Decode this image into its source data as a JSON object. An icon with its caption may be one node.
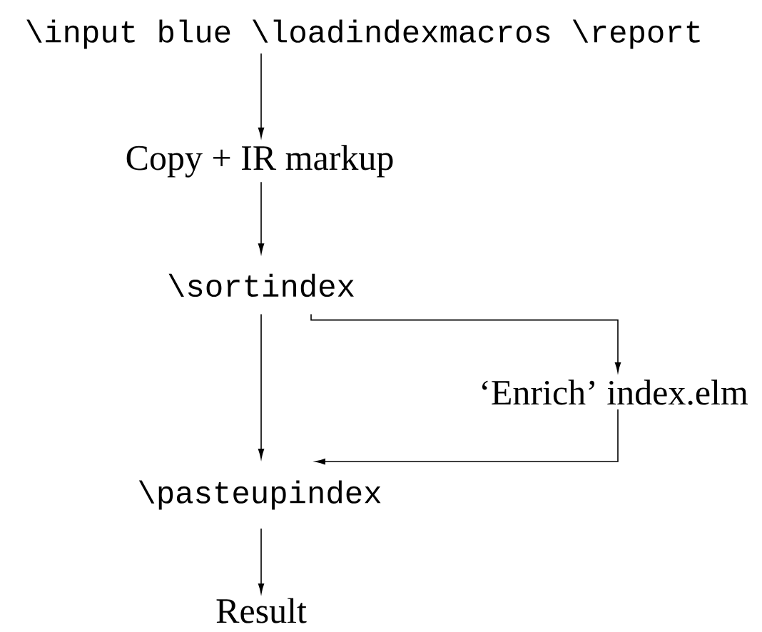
{
  "diagram": {
    "nodes": [
      {
        "text": [
          "\\input blue \\loadindexmacros \\report"
        ]
      },
      {
        "text": [
          "Copy + IR markup"
        ]
      },
      {
        "text": [
          "\\sortindex"
        ]
      },
      {
        "text": [
          "‘Enrich’ index.elm"
        ]
      },
      {
        "text": [
          "\\pasteupindex"
        ]
      },
      {
        "text": [
          "Result"
        ]
      }
    ],
    "edges": [
      {
        "from": 0,
        "to": 1,
        "arrow": "to"
      },
      {
        "from": 1,
        "to": 2,
        "arrow": "to"
      },
      {
        "from": 2,
        "to": 4,
        "arrow": "to"
      },
      {
        "from": 2,
        "to": 3,
        "arrow": "to"
      },
      {
        "from": 3,
        "to": 4,
        "arrow": "to"
      },
      {
        "from": 4,
        "to": 5,
        "arrow": "to"
      }
    ]
  }
}
